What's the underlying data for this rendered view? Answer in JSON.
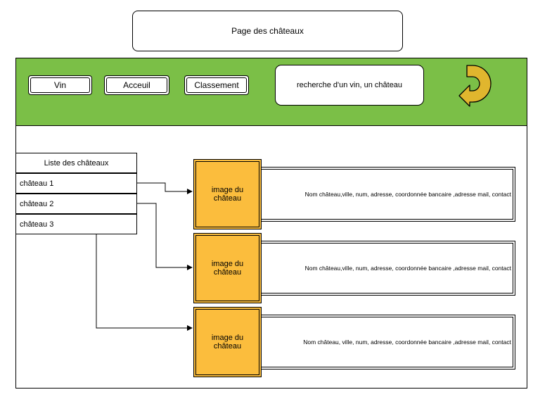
{
  "page_title": "Page des châteaux",
  "nav": {
    "buttons": [
      "Vin",
      "Acceuil",
      "Classement"
    ],
    "search_text": "recherche d'un vin, un château",
    "back_icon": "u-turn-arrow-icon",
    "bar_color": "#7bbf47"
  },
  "list": {
    "header": "Liste des châteaux",
    "items": [
      "château 1",
      "château 2",
      "château 3"
    ]
  },
  "cards": [
    {
      "image_label": "image du château",
      "info": "Nom château,ville, num, adresse, coordonnée bancaire ,adresse mail, contact"
    },
    {
      "image_label": "image du château",
      "info": "Nom château,ville, num, adresse, coordonnée bancaire ,adresse mail, contact"
    },
    {
      "image_label": "image du château",
      "info": "Nom château, ville, num, adresse, coordonnée bancaire ,adresse mail, contact"
    }
  ],
  "colors": {
    "image_fill": "#fbbd3d",
    "arrow_fill": "#e0b62e"
  }
}
